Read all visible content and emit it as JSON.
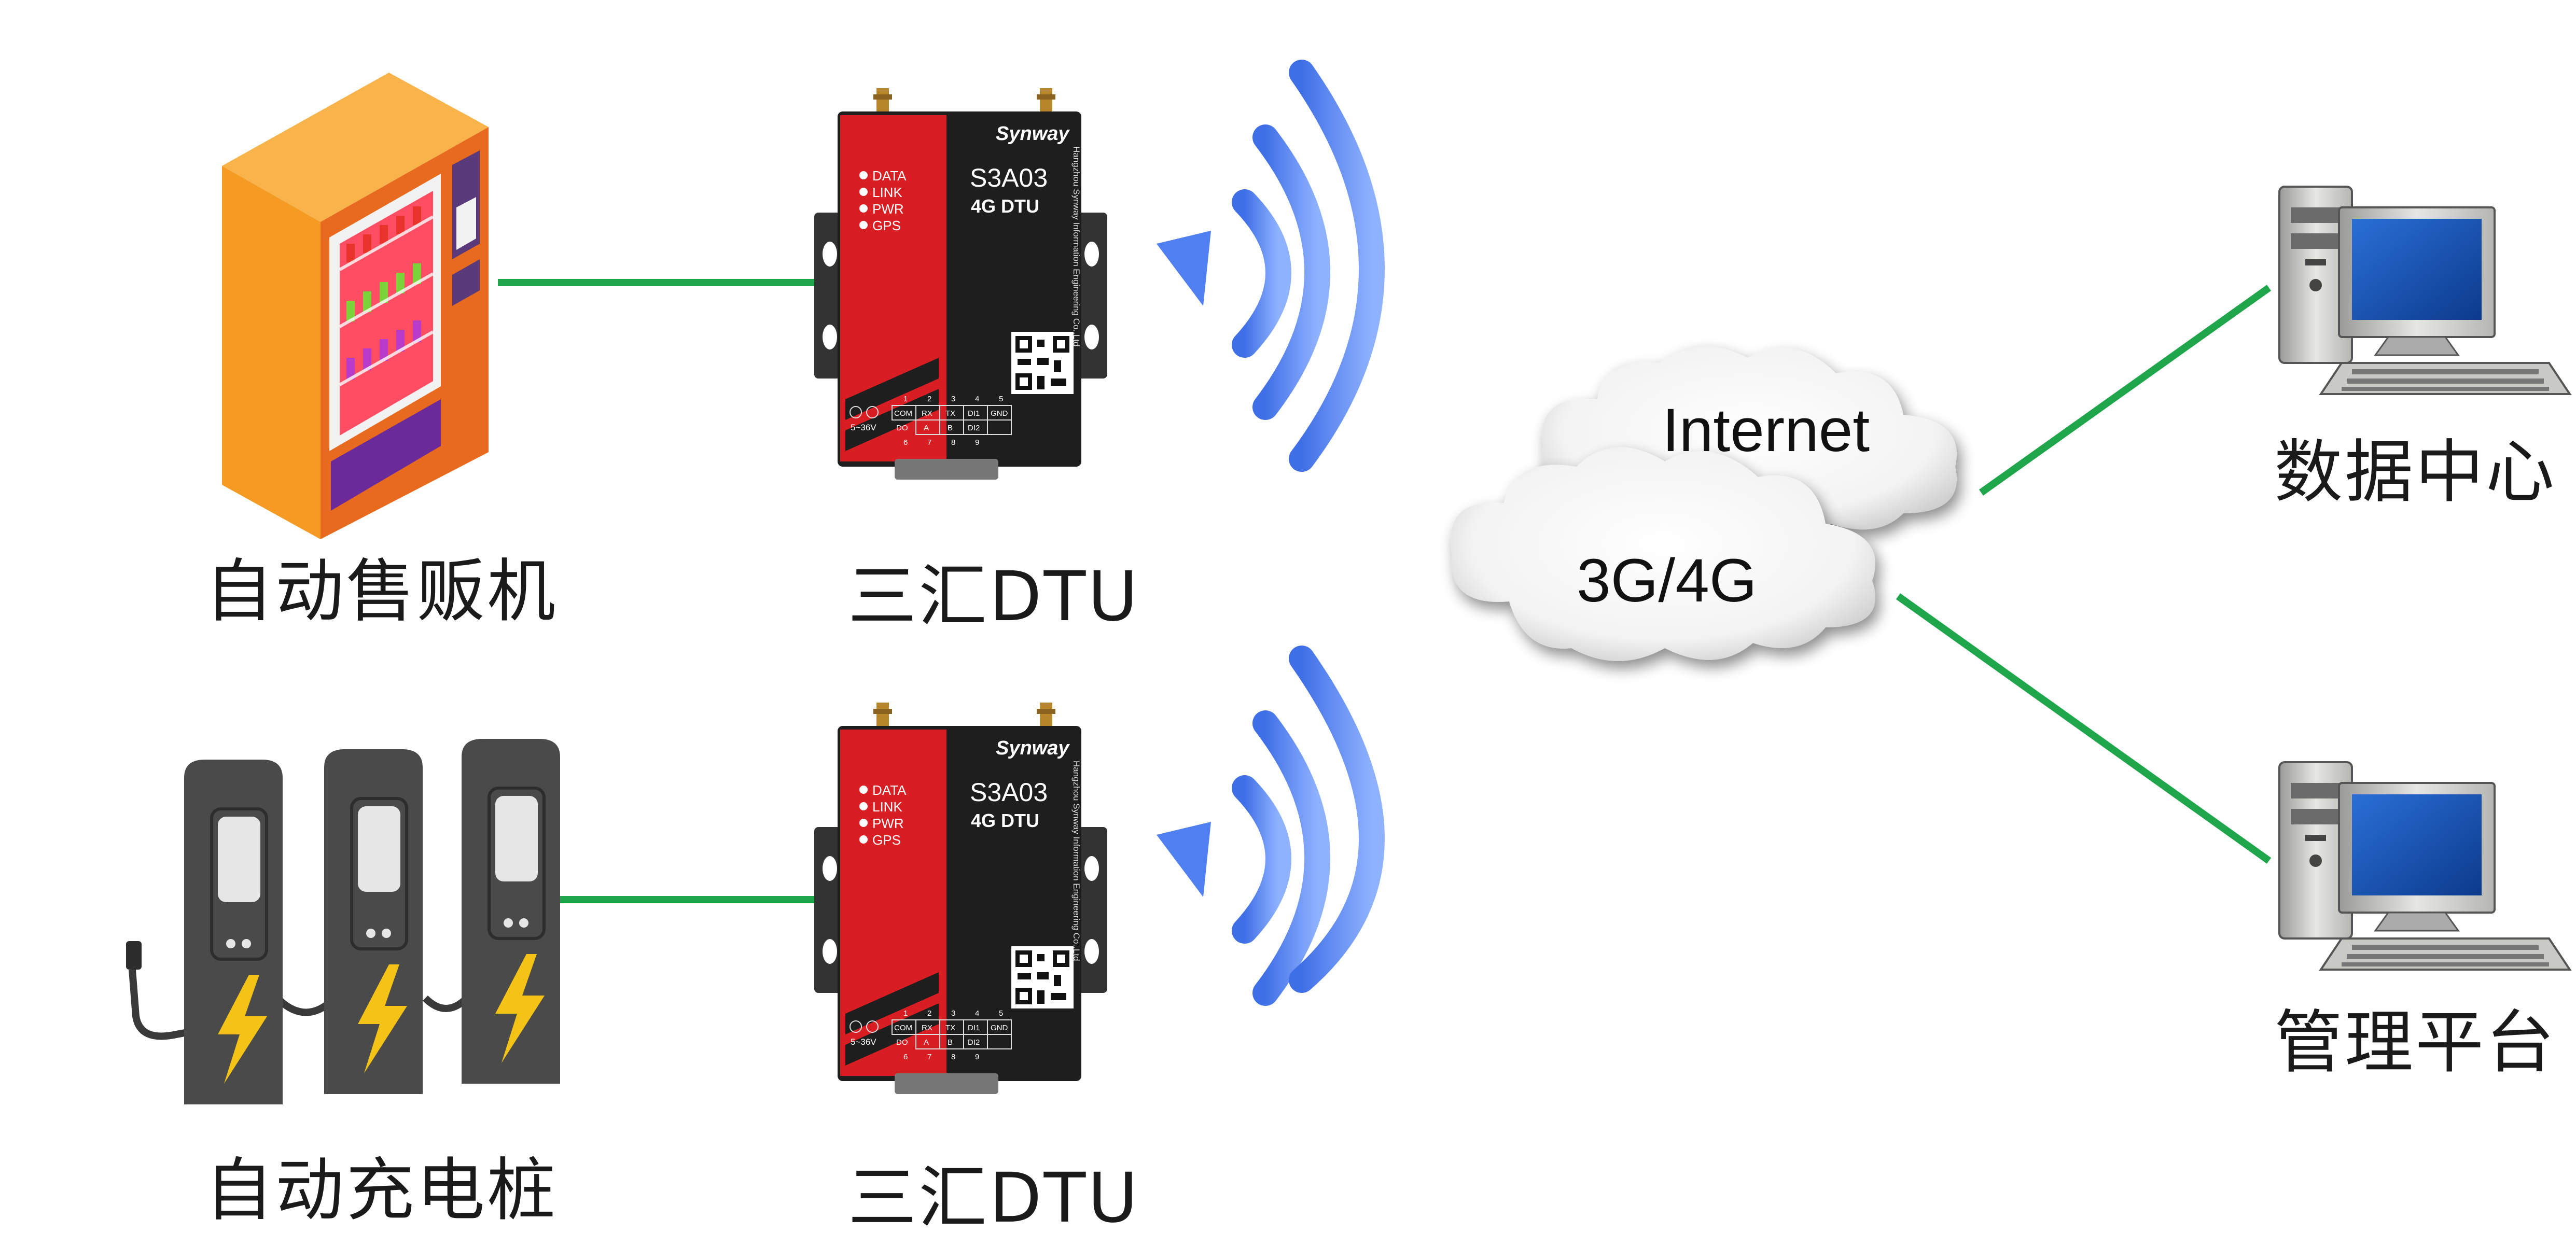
{
  "devices": {
    "vending_machine": {
      "label": "自动售贩机"
    },
    "charging_pile": {
      "label": "自动充电桩"
    },
    "dtu_top": {
      "label": "三汇DTU"
    },
    "dtu_bottom": {
      "label": "三汇DTU"
    },
    "data_center": {
      "label": "数据中心"
    },
    "management_platform": {
      "label": "管理平台"
    }
  },
  "dtu_panel": {
    "brand": "Synway",
    "model": "S3A03",
    "subtitle": "4G DTU",
    "leds": [
      "DATA",
      "LINK",
      "PWR",
      "GPS"
    ],
    "side_text": "Hangzhou Synway Information Engineering Co.,Ltd",
    "terminal_numbers_top": [
      "1",
      "2",
      "3",
      "4",
      "5"
    ],
    "terminal_top": [
      "COM",
      "RX",
      "TX",
      "DI1",
      "GND"
    ],
    "terminal_bottom": [
      "DO",
      "A",
      "B",
      "DI2"
    ],
    "terminal_numbers_bottom": [
      "6",
      "7",
      "8",
      "9"
    ],
    "power": "5~36V"
  },
  "network": {
    "cloud_back": "Internet",
    "cloud_front": "3G/4G"
  },
  "colors": {
    "link_line": "#1fa64a",
    "wifi_wave": "#5b8cf0",
    "dtu_red": "#d81e22",
    "dtu_body": "#1e1e1e",
    "vending_orange": "#f49a1c",
    "charger_gray": "#4a4a4a",
    "bolt_yellow": "#f4c316"
  }
}
